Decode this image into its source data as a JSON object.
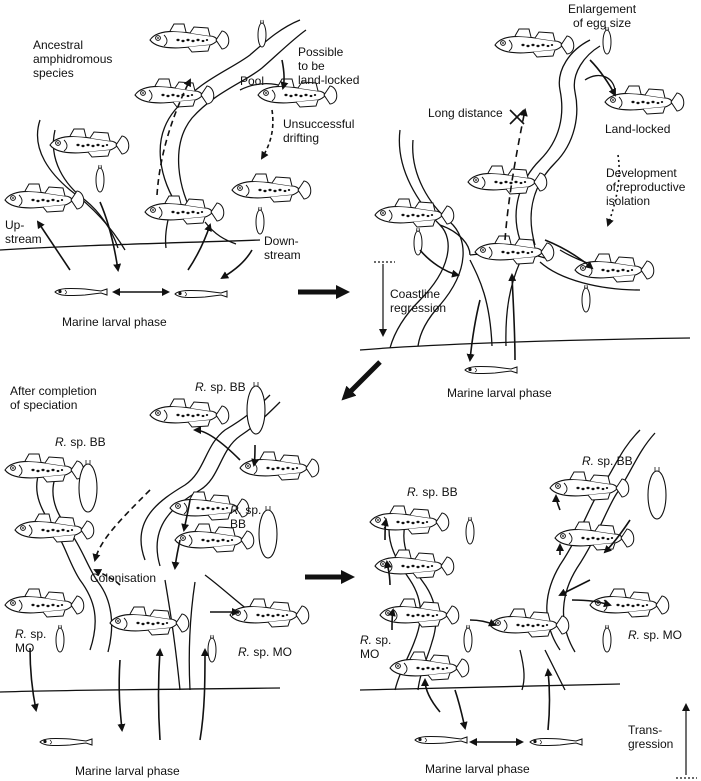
{
  "panel1": {
    "ancestral": "Ancestral\namphidromous\nspecies",
    "possible": "Possible\nto be\nland-locked",
    "pool": "Pool",
    "unsuccessful": "Unsuccessful\ndrifting",
    "upstream": "Up-\nstream",
    "downstream": "Down-\nstream",
    "marine": "Marine larval phase"
  },
  "panel2": {
    "enlargement": "Enlargement\nof egg size",
    "long_distance": "Long distance",
    "land_locked": "Land-locked",
    "development": "Development\nof reproductive\nisolation",
    "coastline": "Coastline\nregression",
    "marine": "Marine larval phase"
  },
  "panel3": {
    "after": "After completion\nof speciation",
    "sp_bb_top_genus": "R.",
    "sp_bb_top_rest": " sp. BB",
    "sp_bb_left_genus": "R.",
    "sp_bb_left_rest": " sp. BB",
    "sp_bb_mid_line1_genus": "R.",
    "sp_bb_mid_line1_rest": " sp.",
    "sp_bb_mid_line2": "BB",
    "colonisation": "Colonisation",
    "sp_mo_left_genus": "R.",
    "sp_mo_left_rest": " sp.",
    "sp_mo_left_line2": "MO",
    "sp_mo_right_genus": "R.",
    "sp_mo_right_rest": " sp. MO",
    "marine": "Marine larval phase"
  },
  "panel4": {
    "sp_bb_left_genus": "R.",
    "sp_bb_left_rest": " sp. BB",
    "sp_bb_right_genus": "R.",
    "sp_bb_right_rest": " sp. BB",
    "sp_mo_left_genus": "R.",
    "sp_mo_left_rest": " sp.",
    "sp_mo_left_line2": "MO",
    "sp_mo_right_genus": "R.",
    "sp_mo_right_rest": " sp. MO",
    "transgression": "Trans-\ngression",
    "marine": "Marine larval phase"
  }
}
